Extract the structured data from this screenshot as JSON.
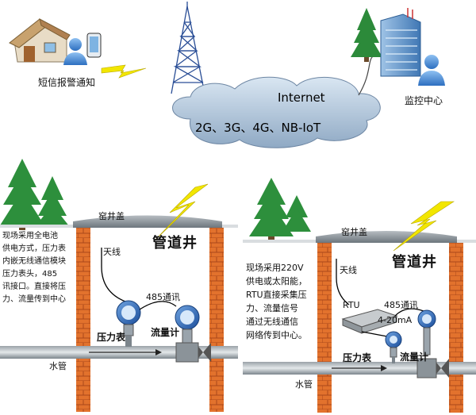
{
  "top": {
    "sms_alert_label": "短信报警通知",
    "monitor_center_label": "监控中心",
    "cloud_title": "Internet",
    "cloud_networks": "2G、3G、4G、NB-IoT"
  },
  "left_panel": {
    "manhole_cover_label": "窑井盖",
    "well_title": "管道井",
    "antenna_label": "天线",
    "description_lines": [
      "现场采用全电池",
      "供电方式，压力表",
      "内嵌无线通信模块",
      "压力表头，485",
      "讯接口。直接将压",
      "力、流量传到中心"
    ],
    "rs485_label": "485通讯",
    "pressure_gauge_label": "压力表",
    "flow_meter_label": "流量计",
    "water_pipe_label": "水管"
  },
  "right_panel": {
    "manhole_cover_label": "窑井盖",
    "well_title": "管道井",
    "antenna_label": "天线",
    "description_lines": [
      "现场采用220V",
      "供电或太阳能，",
      "RTU直接采集压",
      "力、流量信号",
      "通过无线通信",
      "网络传到中心。"
    ],
    "rtu_label": "RTU",
    "rs485_label": "485通讯",
    "current_label": "4-20mA",
    "pressure_gauge_label": "压力表",
    "flow_meter_label": "流量计",
    "water_pipe_label": "水管"
  }
}
